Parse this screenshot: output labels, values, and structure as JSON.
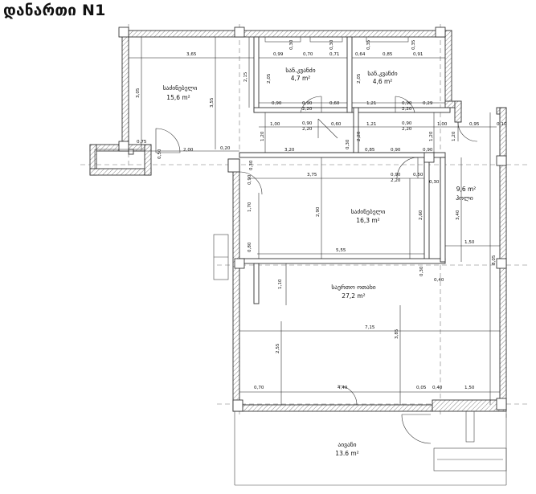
{
  "title": "დანართი N1",
  "rooms": {
    "bedroom1": {
      "name": "საძინებელი",
      "area": "15,6 m²"
    },
    "bath1": {
      "name": "სან.კვანძი",
      "area": "4,7 m²"
    },
    "bath2": {
      "name": "სან.კვანძი",
      "area": "4,6 m²"
    },
    "bedroom2": {
      "name": "საძინებელი",
      "area": "16,3 m²"
    },
    "hall": {
      "name": "ჰოლი",
      "area": "9,6 m²"
    },
    "living": {
      "name": "საერთო ოთახი",
      "area": "27,2 m²"
    },
    "balcony": {
      "name": "აივანი",
      "area": "13.6 m²"
    }
  },
  "dimensions": {
    "top_0_30a": "0,30",
    "top_0_30b": "0,30",
    "top_0_35a": "0,35",
    "top_0_35b": "0,35",
    "top_0_99": "0,99",
    "top_0_70": "0,70",
    "top_0_71": "0,71",
    "top_0_64": "0,64",
    "top_0_85": "0,85",
    "top_0_91": "0,91",
    "b1_width": "3,65",
    "b1_height": "3,05",
    "b1_inner": "3,55",
    "b1_side": "2,15",
    "bath1_h": "2,05",
    "bath2_h": "2,05",
    "bath1_090a": "0,90",
    "bath1_090b": "0,90",
    "bath1_220": "2,20",
    "bath1_060": "0,60",
    "bath2_121": "1,21",
    "bath2_090": "0,90",
    "bath2_220": "2,20",
    "bath2_029": "0,29",
    "cor_100": "1,00",
    "cor_090": "0,90",
    "cor_220": "2,20",
    "cor_060": "0,60",
    "cor_121": "1,21",
    "cor_090b": "0,90",
    "cor_220b": "2,20",
    "cor_100b": "1,00",
    "cor_095": "0,95",
    "cor_010": "0,10",
    "cor_120a": "1,20",
    "cor_120b": "1,20",
    "cor_120c": "1,20",
    "ent_075": "0,75",
    "ent_050": "0,50",
    "ent_200": "2,00",
    "ent_020": "0,20",
    "ent_320": "3,20",
    "mid_030a": "0,30",
    "mid_085": "0,85",
    "mid_090": "0,90",
    "mid_090b": "0,90",
    "mid_030b": "0,30",
    "mid_220": "2,20",
    "mid_090c": "0,90",
    "mid_050": "0,50",
    "mid_030c": "0,30",
    "mid_220b": "2,20",
    "b2_375": "3,75",
    "b2_290": "2,90",
    "b2_260": "2,60",
    "b2_555": "5,55",
    "b2_090": "0,90",
    "b2_170": "1,70",
    "b2_080": "0,80",
    "hall_340": "3,40",
    "hall_150": "1,50",
    "hall_805": "8,05",
    "hall_030": "0,30",
    "hall_040": "0,40",
    "lv_110": "1,10",
    "lv_715": "7,15",
    "lv_255": "2,55",
    "lv_385": "3,85",
    "lv_070": "0,70",
    "lv_440": "4,40",
    "lv_005": "0,05",
    "lv_040": "0,40",
    "lv_150": "1,50"
  }
}
